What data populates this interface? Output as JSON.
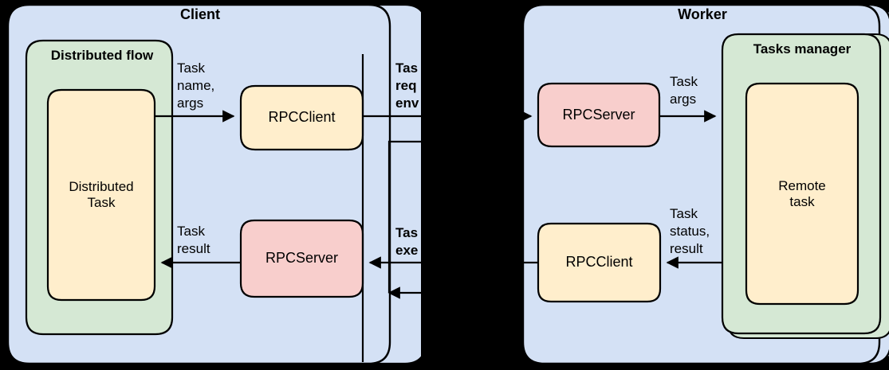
{
  "diagram": {
    "title_left": "Client",
    "title_right": "Worker",
    "colors": {
      "container_blue": "#d4e1f5",
      "group_green": "#d5e8d4",
      "node_yellow": "#ffeecc",
      "node_pink": "#f8cecc",
      "stroke": "#000000",
      "background": "#000000"
    },
    "containers": [
      {
        "name": "client",
        "label": "Client"
      },
      {
        "name": "worker",
        "label": "Worker"
      }
    ],
    "groups": [
      {
        "name": "distributed-flow",
        "label": "Distributed flow"
      },
      {
        "name": "tasks-manager",
        "label": "Tasks manager"
      }
    ],
    "nodes": [
      {
        "name": "distributed-task",
        "label": "Distributed\nTask",
        "fill": "#ffeecc"
      },
      {
        "name": "client-rpcclient",
        "label": "RPCClient",
        "fill": "#ffeecc"
      },
      {
        "name": "client-rpcserver",
        "label": "RPCServer",
        "fill": "#f8cecc"
      },
      {
        "name": "worker-rpcserver",
        "label": "RPCServer",
        "fill": "#f8cecc"
      },
      {
        "name": "worker-rpcclient",
        "label": "RPCClient",
        "fill": "#ffeecc"
      },
      {
        "name": "remote-task",
        "label": "Remote\ntask",
        "fill": "#ffeecc"
      }
    ],
    "edge_labels": [
      {
        "name": "task-name-args",
        "lines": [
          "Task",
          "name,",
          "args"
        ]
      },
      {
        "name": "task-result",
        "lines": [
          "Task",
          "result"
        ]
      },
      {
        "name": "task-request-env",
        "lines": [
          "Tas",
          "req",
          "env"
        ]
      },
      {
        "name": "task-execution",
        "lines": [
          "Tas",
          "exe"
        ]
      },
      {
        "name": "task-args",
        "lines": [
          "Task",
          "args"
        ]
      },
      {
        "name": "task-status-result",
        "lines": [
          "Task",
          "status,",
          "result"
        ]
      }
    ]
  }
}
